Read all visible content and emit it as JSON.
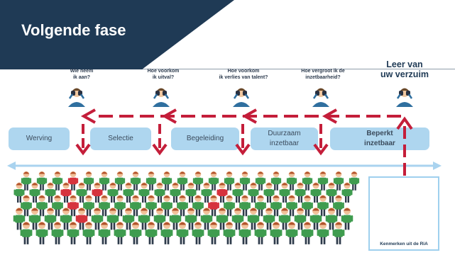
{
  "slide": {
    "title": "Volgende fase",
    "questions": [
      {
        "lines": [
          "Wie neem",
          "ik aan?"
        ]
      },
      {
        "lines": [
          "Hoe voorkom",
          "ik uitval?"
        ]
      },
      {
        "lines": [
          "Hoe voorkom",
          "ik verlies van talent?"
        ]
      },
      {
        "lines": [
          "Hoe vergroot ik de",
          "inzetbaarheid?"
        ]
      }
    ],
    "main_question": {
      "lines": [
        "Leer van",
        "uw verzuim"
      ]
    },
    "stages": [
      {
        "lines": [
          "Werving"
        ]
      },
      {
        "lines": [
          "Selectie"
        ]
      },
      {
        "lines": [
          "Begeleiding"
        ]
      },
      {
        "lines": [
          "Duurzaam",
          "inzetbaar"
        ]
      },
      {
        "lines": [
          "Beperkt",
          "inzetbaar"
        ]
      }
    ],
    "ria_label": "Kenmerken uit de RiA"
  },
  "colors": {
    "title_bg": "#1f3a55",
    "accent_red": "#c41e3a",
    "stage_blue": "#aed6ef",
    "line_blue": "#a9d3ef",
    "worker_green": "#3f9c4f",
    "worker_red": "#d6333d"
  }
}
